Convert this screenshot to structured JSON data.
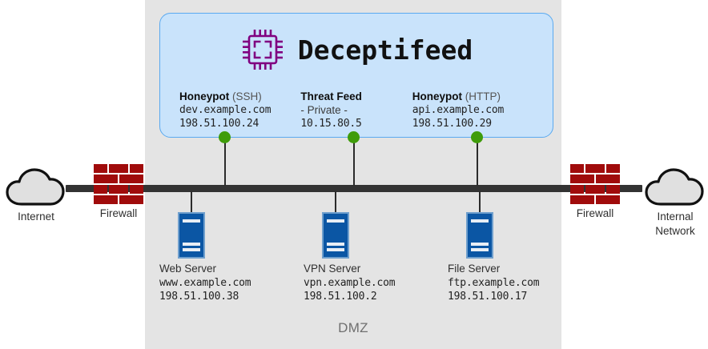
{
  "diagram": {
    "zone_label": "DMZ",
    "colors": {
      "zone_bg": "#e4e4e4",
      "panel_bg": "#c9e3fb",
      "panel_border": "#5aa9f0",
      "backbone": "#333333",
      "node_green": "#3f9c0a",
      "server_blue": "#0b56a4",
      "firewall_red": "#a00b0b",
      "chip_purple": "#800080",
      "cloud_fill": "#e0e0e0",
      "cloud_stroke": "#111111"
    }
  },
  "product": {
    "icon": "cpu-chip-icon",
    "title": "Deceptifeed",
    "services": [
      {
        "role": "Honeypot",
        "protocol": "(SSH)",
        "hostname": "dev.example.com",
        "ip": "198.51.100.24",
        "node": "node-honeypot-ssh"
      },
      {
        "role": "Threat Feed",
        "protocol": "",
        "hostname": "- Private -",
        "ip": "10.15.80.5",
        "node": "node-threat-feed"
      },
      {
        "role": "Honeypot",
        "protocol": "(HTTP)",
        "hostname": "api.example.com",
        "ip": "198.51.100.29",
        "node": "node-honeypot-http"
      }
    ]
  },
  "servers": [
    {
      "icon": "server-icon",
      "name": "Web Server",
      "hostname": "www.example.com",
      "ip": "198.51.100.38"
    },
    {
      "icon": "server-icon",
      "name": "VPN Server",
      "hostname": "vpn.example.com",
      "ip": "198.51.100.2"
    },
    {
      "icon": "server-icon",
      "name": "File Server",
      "hostname": "ftp.example.com",
      "ip": "198.51.100.17"
    }
  ],
  "perimeter": {
    "left_cloud": {
      "icon": "cloud-icon",
      "label": "Internet"
    },
    "left_firewall": {
      "icon": "firewall-brick-icon",
      "label": "Firewall"
    },
    "right_firewall": {
      "icon": "firewall-brick-icon",
      "label": "Firewall"
    },
    "right_cloud": {
      "icon": "cloud-icon",
      "label_line1": "Internal",
      "label_line2": "Network"
    }
  }
}
